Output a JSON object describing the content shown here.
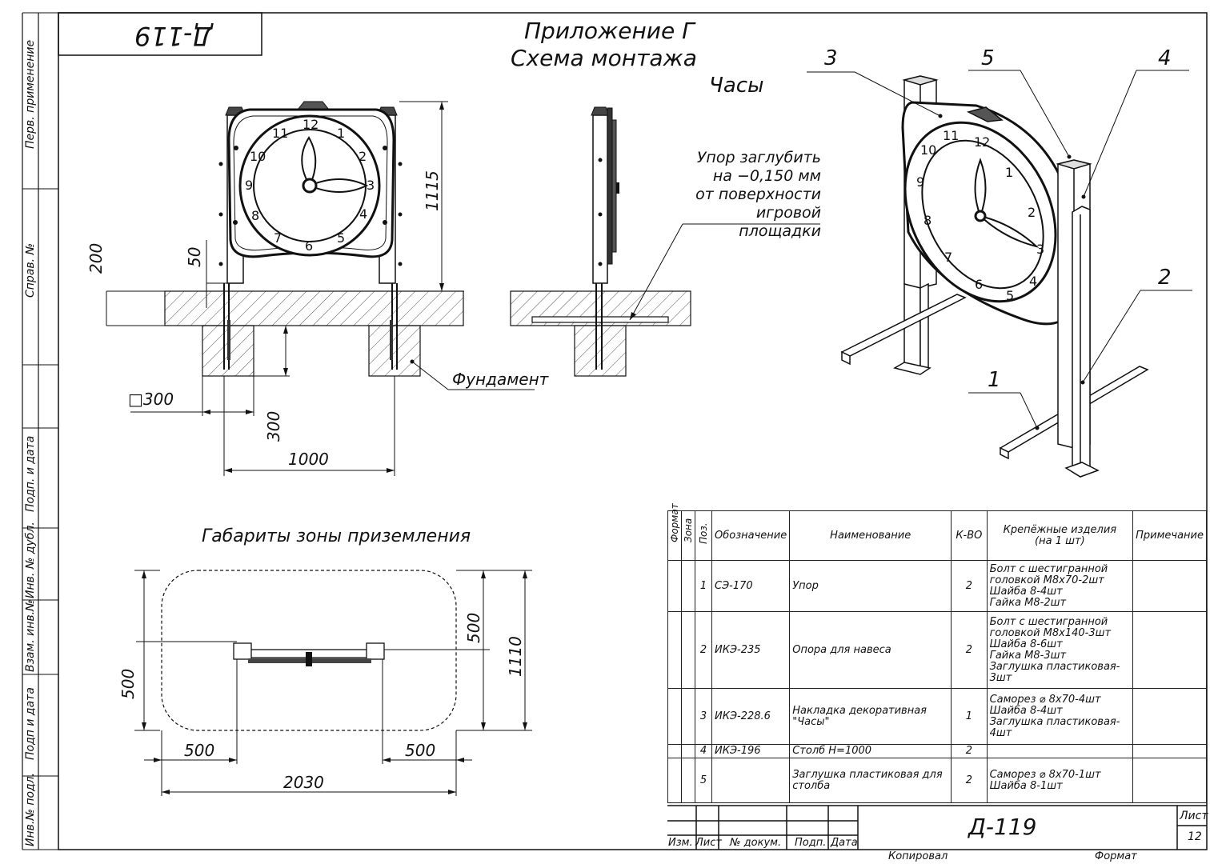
{
  "header": {
    "doc_code_rotated": "Д-119",
    "appendix_title": "Приложение Г",
    "scheme_title": "Схема монтажа",
    "object_name": "Часы"
  },
  "left_margin": {
    "perv_primenenie": "Перв. применение",
    "sprav_no": "Справ. №",
    "podp_data_1": "Подп. и дата",
    "inv_dubl": "Инв. № дубл.",
    "vzam_inv": "Взам. инв.№",
    "podp_data_2": "Подп и дата",
    "inv_podl": "Инв.№ подл."
  },
  "front_view": {
    "dim_height": "1115",
    "dim_200": "200",
    "dim_50": "50",
    "dim_square": "□300",
    "dim_300": "300",
    "dim_1000": "1000",
    "foundation_label": "Фундамент",
    "clock_numbers": [
      "12",
      "1",
      "2",
      "3",
      "4",
      "5",
      "6",
      "7",
      "8",
      "9",
      "10",
      "11"
    ]
  },
  "side_view": {
    "note": "Упор заглубить\nна −0,150 мм\nот поверхности\nигровой площадки"
  },
  "iso_view": {
    "callouts": [
      "3",
      "5",
      "4",
      "2",
      "1"
    ],
    "clock_numbers": [
      "12",
      "1",
      "2",
      "3",
      "4",
      "5",
      "6",
      "7",
      "8",
      "9",
      "10",
      "11"
    ]
  },
  "zone": {
    "title": "Габариты зоны приземления",
    "dim_500_left_v": "500",
    "dim_500_right_v": "500",
    "dim_1110": "1110",
    "dim_500_left_h": "500",
    "dim_500_right_h": "500",
    "dim_2030": "2030"
  },
  "spec_table": {
    "headers": {
      "format": "Формат",
      "zone": "Зона",
      "pos": "Поз.",
      "designation": "Обозначение",
      "name": "Наименование",
      "qty": "К-ВО",
      "fasteners": "Крепёжные изделия\n(на 1 шт)",
      "note": "Примечание"
    },
    "rows": [
      {
        "pos": "1",
        "designation": "СЭ-170",
        "name": "Упор",
        "qty": "2",
        "fasteners": "Болт с шестигранной\nголовкой М8х70-2шт\nШайба 8-4шт\nГайка М8-2шт",
        "note": ""
      },
      {
        "pos": "2",
        "designation": "ИКЭ-235",
        "name": "Опора для навеса",
        "qty": "2",
        "fasteners": "Болт с шестигранной\nголовкой М8х140-3шт\nШайба 8-6шт\nГайка М8-3шт\nЗаглушка пластиковая-\n3шт",
        "note": ""
      },
      {
        "pos": "3",
        "designation": "ИКЭ-228.6",
        "name": "Накладка декоративная \"Часы\"",
        "qty": "1",
        "fasteners": "Саморез ⌀ 8х70-4шт\nШайба 8-4шт\nЗаглушка пластиковая-\n4шт",
        "note": ""
      },
      {
        "pos": "4",
        "designation": "ИКЭ-196",
        "name": "Столб Н=1000",
        "qty": "2",
        "fasteners": "",
        "note": ""
      },
      {
        "pos": "5",
        "designation": "",
        "name": "Заглушка пластиковая для\nстолба",
        "qty": "2",
        "fasteners": "Саморез ⌀ 8х70-1шт\nШайба 8-1шт",
        "note": ""
      }
    ]
  },
  "title_block": {
    "izm": "Изм.",
    "list": "Лист",
    "n_dokum": "№ докум.",
    "podp": "Подп.",
    "data": "Дата",
    "doc_code": "Д-119",
    "sheet_label": "Лист",
    "sheet_no": "12",
    "kopiroval": "Копировал",
    "format": "Формат"
  }
}
